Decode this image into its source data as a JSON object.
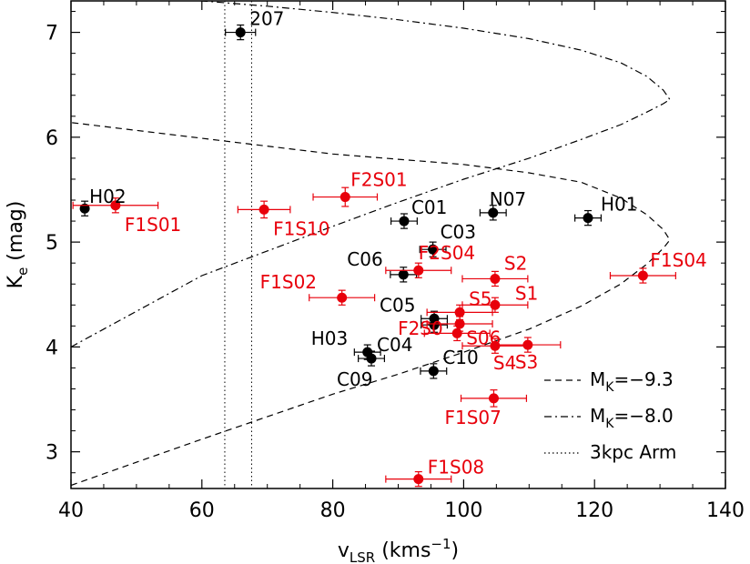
{
  "chart_data": {
    "type": "scatter",
    "title": "",
    "xlabel": {
      "main": "v",
      "sub": "LSR",
      "unit_prefix": " (kms",
      "unit_sup": "−1",
      "unit_suffix": ")"
    },
    "ylabel": {
      "main": "K",
      "sub": "e",
      "unit": " (mag)"
    },
    "xlim": [
      40,
      140
    ],
    "ylim": [
      2.65,
      7.3
    ],
    "x_ticks": [
      40,
      60,
      80,
      100,
      120,
      140
    ],
    "y_ticks": [
      3,
      4,
      5,
      6,
      7
    ],
    "grid": false,
    "colors": {
      "black_series": "#000000",
      "red_series": "#e8000b"
    },
    "series": [
      {
        "color": "#000000",
        "points": [
          {
            "label": "207",
            "x": 65.9,
            "y": 7.0,
            "xerr": 2.3,
            "yerr": 0.07
          },
          {
            "label": "H02",
            "x": 42.1,
            "y": 5.32,
            "xerr": 0,
            "yerr": 0.07
          },
          {
            "label": "C01",
            "x": 90.9,
            "y": 5.2,
            "xerr": 2.0,
            "yerr": 0.07
          },
          {
            "label": "N07",
            "x": 104.5,
            "y": 5.28,
            "xerr": 2.0,
            "yerr": 0.07
          },
          {
            "label": "H01",
            "x": 119.0,
            "y": 5.23,
            "xerr": 2.0,
            "yerr": 0.07
          },
          {
            "label": "C03",
            "x": 95.3,
            "y": 4.93,
            "xerr": 2.0,
            "yerr": 0.07
          },
          {
            "label": "C06",
            "x": 90.8,
            "y": 4.69,
            "xerr": 2.0,
            "yerr": 0.07
          },
          {
            "label": "C05",
            "x": 95.5,
            "y": 4.27,
            "xerr": 2.0,
            "yerr": 0.07
          },
          {
            "label": "",
            "x": 95.5,
            "y": 4.21,
            "xerr": 2.0,
            "yerr": 0.07
          },
          {
            "label": "H03",
            "x": 85.3,
            "y": 3.95,
            "xerr": 2.0,
            "yerr": 0.07
          },
          {
            "label": "C04",
            "x": 85.9,
            "y": 3.89,
            "xerr": 2.0,
            "yerr": 0.07
          },
          {
            "label": "C09",
            "x": 85.9,
            "y": 3.89,
            "xerr": 0,
            "yerr": 0
          },
          {
            "label": "C10",
            "x": 95.4,
            "y": 3.77,
            "xerr": 2.0,
            "yerr": 0.07
          }
        ]
      },
      {
        "color": "#e8000b",
        "points": [
          {
            "label": "F1S01",
            "x": 46.8,
            "y": 5.35,
            "xerr": 6.5,
            "yerr": 0.07
          },
          {
            "label": "F1S10",
            "x": 69.5,
            "y": 5.31,
            "xerr": 4.0,
            "yerr": 0.08
          },
          {
            "label": "F2S01",
            "x": 81.9,
            "y": 5.43,
            "xerr": 4.9,
            "yerr": 0.09
          },
          {
            "label": "F2S04",
            "x": 93.1,
            "y": 4.73,
            "xerr": 5.0,
            "yerr": 0.07
          },
          {
            "label": "F1S02",
            "x": 81.4,
            "y": 4.47,
            "xerr": 5.0,
            "yerr": 0.07
          },
          {
            "label": "S2",
            "x": 104.8,
            "y": 4.65,
            "xerr": 5.0,
            "yerr": 0.07
          },
          {
            "label": "S5",
            "x": 99.4,
            "y": 4.33,
            "xerr": 5.0,
            "yerr": 0.07
          },
          {
            "label": "S1",
            "x": 104.8,
            "y": 4.4,
            "xerr": 5.0,
            "yerr": 0.07
          },
          {
            "label": "F2S0",
            "x": 99.4,
            "y": 4.22,
            "xerr": 5.0,
            "yerr": 0.07
          },
          {
            "label": "S06",
            "x": 99.0,
            "y": 4.13,
            "xerr": 5.0,
            "yerr": 0.07
          },
          {
            "label": "S4",
            "x": 104.8,
            "y": 4.01,
            "xerr": 5.0,
            "yerr": 0.07
          },
          {
            "label": "S3",
            "x": 109.8,
            "y": 4.02,
            "xerr": 5.0,
            "yerr": 0.07
          },
          {
            "label": "F1S04",
            "x": 127.4,
            "y": 4.68,
            "xerr": 5.0,
            "yerr": 0.07
          },
          {
            "label": "F1S07",
            "x": 104.6,
            "y": 3.51,
            "xerr": 5.0,
            "yerr": 0.08
          },
          {
            "label": "F1S08",
            "x": 93.1,
            "y": 2.74,
            "xerr": 5.0,
            "yerr": 0.07
          }
        ]
      }
    ],
    "curves": [
      {
        "name": "M",
        "sub": "K",
        "suffix": "=−9.3",
        "style": "dashed",
        "x": [
          40,
          60,
          80,
          90,
          100,
          110,
          118,
          124,
          128,
          130.5,
          131.5,
          130.5,
          128,
          124,
          118,
          110,
          100,
          90,
          80,
          60,
          40
        ],
        "y": [
          2.68,
          3.12,
          3.55,
          3.74,
          3.95,
          4.17,
          4.39,
          4.6,
          4.79,
          4.94,
          5.02,
          5.12,
          5.26,
          5.42,
          5.57,
          5.66,
          5.74,
          5.79,
          5.84,
          5.99,
          6.14
        ]
      },
      {
        "name": "M",
        "sub": "K",
        "suffix": "=−8.0",
        "style": "dashdot",
        "x": [
          40,
          60,
          80,
          90,
          100,
          110,
          118,
          124,
          128,
          130.5,
          131.5,
          130.5,
          128,
          124,
          118,
          110,
          100,
          90,
          80,
          70,
          60
        ],
        "y": [
          4.0,
          4.68,
          5.15,
          5.38,
          5.6,
          5.8,
          5.98,
          6.12,
          6.24,
          6.32,
          6.36,
          6.45,
          6.58,
          6.71,
          6.83,
          6.94,
          7.04,
          7.12,
          7.19,
          7.25,
          7.3
        ]
      },
      {
        "name": "3kpc Arm",
        "style": "dotted",
        "vlines": [
          63.5,
          67.6
        ]
      }
    ],
    "legend": {
      "placement": "bottom-right",
      "entries": [
        {
          "main": "M",
          "sub": "K",
          "suffix": "=−9.3",
          "style": "dashed"
        },
        {
          "main": "M",
          "sub": "K",
          "suffix": "=−8.0",
          "style": "dashdot"
        },
        {
          "main": "3kpc Arm",
          "sub": "",
          "suffix": "",
          "style": "dotted"
        }
      ]
    }
  }
}
